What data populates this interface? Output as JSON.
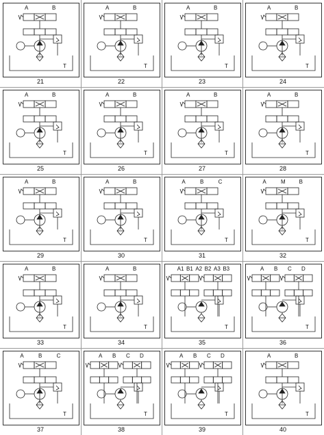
{
  "figure": {
    "diagrams": [
      {
        "number": "21",
        "ports": [
          "A",
          "B"
        ],
        "tank": "T"
      },
      {
        "number": "22",
        "ports": [
          "A",
          "B"
        ],
        "tank": "T"
      },
      {
        "number": "23",
        "ports": [
          "A",
          "B"
        ],
        "tank": "T"
      },
      {
        "number": "24",
        "ports": [
          "A",
          "B"
        ],
        "tank": "T"
      },
      {
        "number": "25",
        "ports": [
          "A",
          "B"
        ],
        "tank": "T"
      },
      {
        "number": "26",
        "ports": [
          "A",
          "B"
        ],
        "tank": "T"
      },
      {
        "number": "27",
        "ports": [
          "A",
          "B"
        ],
        "tank": "T"
      },
      {
        "number": "28",
        "ports": [
          "A",
          "B"
        ],
        "tank": "T"
      },
      {
        "number": "29",
        "ports": [
          "A",
          "B"
        ],
        "tank": "T"
      },
      {
        "number": "30",
        "ports": [
          "A",
          "B"
        ],
        "tank": "T"
      },
      {
        "number": "31",
        "ports": [
          "A",
          "B",
          "C"
        ],
        "tank": "T"
      },
      {
        "number": "32",
        "ports": [
          "A",
          "M",
          "B"
        ],
        "tank": "T"
      },
      {
        "number": "33",
        "ports": [
          "A",
          "B"
        ],
        "tank": "T"
      },
      {
        "number": "34",
        "ports": [
          "A",
          "B"
        ],
        "tank": "T"
      },
      {
        "number": "35",
        "ports": [
          "A1",
          "B1",
          "A2",
          "B2",
          "A3",
          "B3"
        ],
        "tank": "T"
      },
      {
        "number": "36",
        "ports": [
          "A",
          "B",
          "C",
          "D"
        ],
        "tank": "T"
      },
      {
        "number": "37",
        "ports": [
          "A",
          "B",
          "C"
        ],
        "tank": "T"
      },
      {
        "number": "38",
        "ports": [
          "A",
          "B",
          "C",
          "D"
        ],
        "tank": "T"
      },
      {
        "number": "39",
        "ports": [
          "A",
          "B",
          "C",
          "D"
        ],
        "tank": "T"
      },
      {
        "number": "40",
        "ports": [
          "A",
          "B"
        ],
        "tank": "T"
      }
    ]
  }
}
